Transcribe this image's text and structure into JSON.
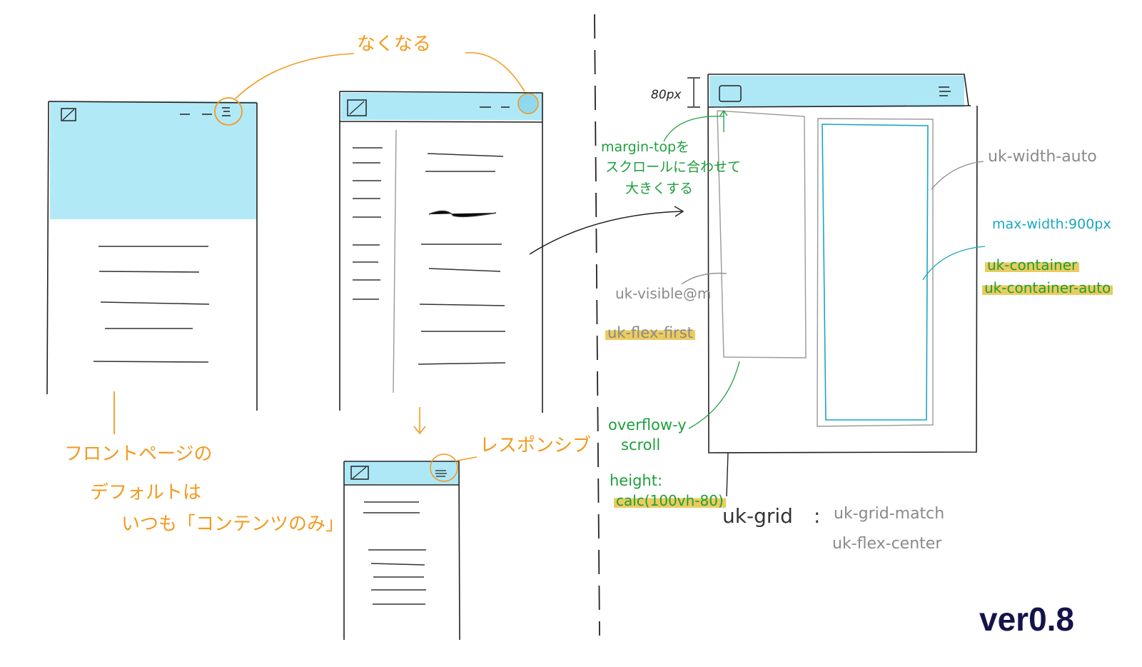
{
  "annotations": {
    "nakunaru": "なくなる",
    "front_page_1": "フロントページの",
    "front_page_2": "デフォルトは",
    "front_page_3": "いつも「コンテンツのみ」",
    "responsive": "レスポンシブ",
    "px80": "80px",
    "margin_top_1": "margin-topを",
    "margin_top_2": "スクロールに合わせて",
    "margin_top_3": "大きくする",
    "uk_width_auto": "uk-width-auto",
    "max_width": "max-width:900px",
    "uk_container": "uk-container",
    "uk_container_auto": "uk-container-auto",
    "uk_visible": "uk-visible@m",
    "uk_flex_first": "uk-flex-first",
    "overflow_1": "overflow-y",
    "overflow_2": "scroll",
    "height_1": "height:",
    "height_2": "calc(100vh-80)",
    "uk_grid": "uk-grid",
    "uk_grid_colon": ":",
    "uk_grid_match": "uk-grid-match",
    "uk_flex_center": "uk-flex-center",
    "version": "ver0.8"
  },
  "colors": {
    "header_blue": "#aee8f7",
    "orange": "#f39a1e",
    "green": "#1e9f3c",
    "teal": "#1aa6c4",
    "highlight": "#e4ba28"
  }
}
